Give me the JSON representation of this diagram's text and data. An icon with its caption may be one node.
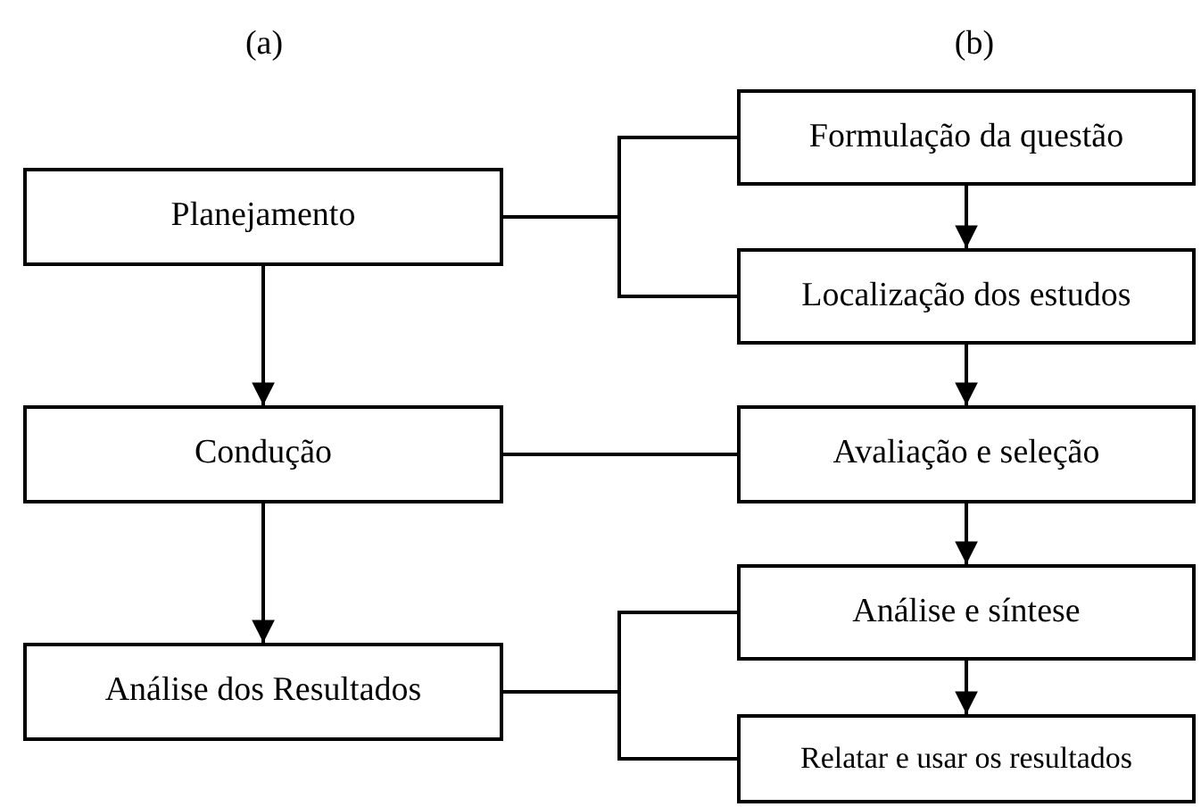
{
  "diagram": {
    "nodes": [
      {
        "text": [
          "Planejamento"
        ]
      },
      {
        "text": [
          "Condução"
        ]
      },
      {
        "text": [
          "Análise dos Resultados"
        ]
      },
      {
        "text": [
          "Formulação da questão"
        ]
      },
      {
        "text": [
          "Localização dos estudos"
        ]
      },
      {
        "text": [
          "Avaliação e seleção"
        ]
      },
      {
        "text": [
          "Análise e síntese"
        ]
      },
      {
        "text": [
          "Relatar e usar os resultados"
        ]
      }
    ],
    "edges": [
      {
        "from": 0,
        "to": 3,
        "arrow": "none"
      },
      {
        "from": 0,
        "to": 4,
        "arrow": "none"
      },
      {
        "from": 0,
        "to": 1,
        "arrow": "to"
      },
      {
        "from": 1,
        "to": 5,
        "arrow": "none"
      },
      {
        "from": 1,
        "to": 2,
        "arrow": "to"
      },
      {
        "from": 2,
        "to": 6,
        "arrow": "none"
      },
      {
        "from": 2,
        "to": 7,
        "arrow": "none"
      },
      {
        "from": 3,
        "to": 4,
        "arrow": "to"
      },
      {
        "from": 4,
        "to": 5,
        "arrow": "to"
      },
      {
        "from": 5,
        "to": 6,
        "arrow": "to"
      },
      {
        "from": 6,
        "to": 7,
        "arrow": "to"
      }
    ],
    "labels": [
      "(a)",
      "(b)"
    ]
  }
}
